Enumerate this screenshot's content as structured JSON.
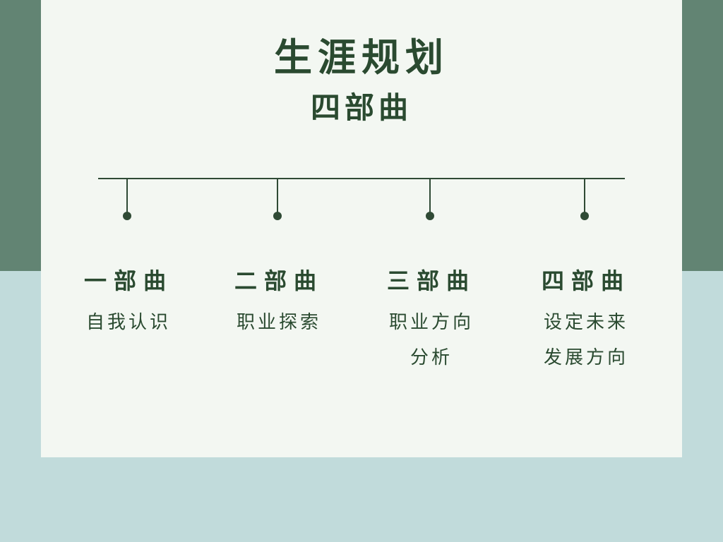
{
  "title": "生涯规划",
  "subtitle": "四部曲",
  "stages": [
    {
      "title": "一部曲",
      "desc_lines": [
        "自我认识"
      ]
    },
    {
      "title": "二部曲",
      "desc_lines": [
        "职业探索"
      ]
    },
    {
      "title": "三部曲",
      "desc_lines": [
        "职业方向",
        "分析"
      ]
    },
    {
      "title": "四部曲",
      "desc_lines": [
        "设定未来",
        "发展方向"
      ]
    }
  ],
  "colors": {
    "background_top": "#628473",
    "background_bottom": "#c1dbdb",
    "card": "#f3f7f2",
    "text": "#2a4a30",
    "line": "#2f4a35"
  }
}
